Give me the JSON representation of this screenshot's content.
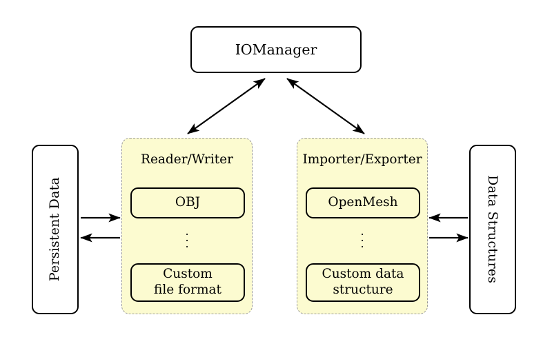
{
  "diagram": {
    "title_node": {
      "label": "IOManager"
    },
    "left_endpoint": {
      "label": "Persistent Data",
      "orientation": "rotated-ccw"
    },
    "right_endpoint": {
      "label": "Data Structures",
      "orientation": "rotated-cw"
    },
    "groups": [
      {
        "id": "reader-writer",
        "label": "Reader/Writer",
        "fill_color": "#FCFBD0",
        "border_color": "#9A9A9A",
        "border_style": "dashed",
        "items": [
          {
            "label": "OBJ",
            "lines": [
              "OBJ"
            ]
          },
          {
            "label": "ellipsis",
            "lines": [
              "⋮"
            ]
          },
          {
            "label": "Custom file format",
            "lines": [
              "Custom",
              "file format"
            ]
          }
        ]
      },
      {
        "id": "importer-exporter",
        "label": "Importer/Exporter",
        "fill_color": "#FCFBD0",
        "border_color": "#9A9A9A",
        "border_style": "dashed",
        "items": [
          {
            "label": "OpenMesh",
            "lines": [
              "OpenMesh"
            ]
          },
          {
            "label": "ellipsis",
            "lines": [
              "⋮"
            ]
          },
          {
            "label": "Custom data structure",
            "lines": [
              "Custom data",
              "structure"
            ]
          }
        ]
      }
    ],
    "connections": [
      {
        "id": "iomanager-readerwriter",
        "from": "IOManager",
        "to": "Reader/Writer",
        "style": "double-headed",
        "direction": "bidirectional"
      },
      {
        "id": "iomanager-importerexporter",
        "from": "IOManager",
        "to": "Importer/Exporter",
        "style": "double-headed",
        "direction": "bidirectional"
      },
      {
        "id": "persistentdata-readerwriter",
        "from": "Persistent Data",
        "to": "Reader/Writer",
        "style": "single-headed",
        "direction": "right"
      },
      {
        "id": "readerwriter-persistentdata",
        "from": "Reader/Writer",
        "to": "Persistent Data",
        "style": "single-headed",
        "direction": "left"
      },
      {
        "id": "datastructures-importerexporter",
        "from": "Data Structures",
        "to": "Importer/Exporter",
        "style": "single-headed",
        "direction": "left"
      },
      {
        "id": "importerexporter-datastructures",
        "from": "Importer/Exporter",
        "to": "Data Structures",
        "style": "single-headed",
        "direction": "right"
      }
    ],
    "colors": {
      "background": "#FFFFFF",
      "stroke": "#000000",
      "group_fill": "#FCFBD0",
      "group_stroke": "#9A9A9A"
    }
  }
}
